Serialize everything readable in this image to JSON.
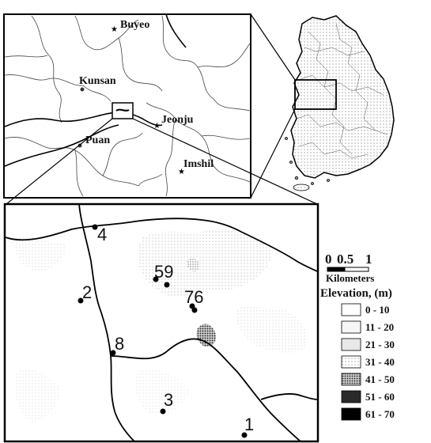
{
  "regional_map": {
    "cities": [
      {
        "name": "Buyeo"
      },
      {
        "name": "Kunsan"
      },
      {
        "name": "Jeonju"
      },
      {
        "name": "Puan"
      },
      {
        "name": "Imshil"
      }
    ]
  },
  "study_area": {
    "sites": [
      "4",
      "2",
      "8",
      "59",
      "76",
      "3",
      "1"
    ]
  },
  "scale_bar": {
    "ticks": [
      "0",
      "0.5",
      "1"
    ],
    "unit": "Kilometers"
  },
  "legend": {
    "title": "Elevation, (m)",
    "classes": [
      {
        "label": "0 - 10",
        "color": "#ffffff"
      },
      {
        "label": "11 - 20",
        "color": "#f6f6f6"
      },
      {
        "label": "21 - 30",
        "color": "#e8e8e8"
      },
      {
        "label": "31 - 40",
        "color": "#c8c8c8"
      },
      {
        "label": "41 - 50",
        "color": "#7a7a7a"
      },
      {
        "label": "51 - 60",
        "color": "#2a2a2a"
      },
      {
        "label": "61 - 70",
        "color": "#000000"
      }
    ]
  }
}
